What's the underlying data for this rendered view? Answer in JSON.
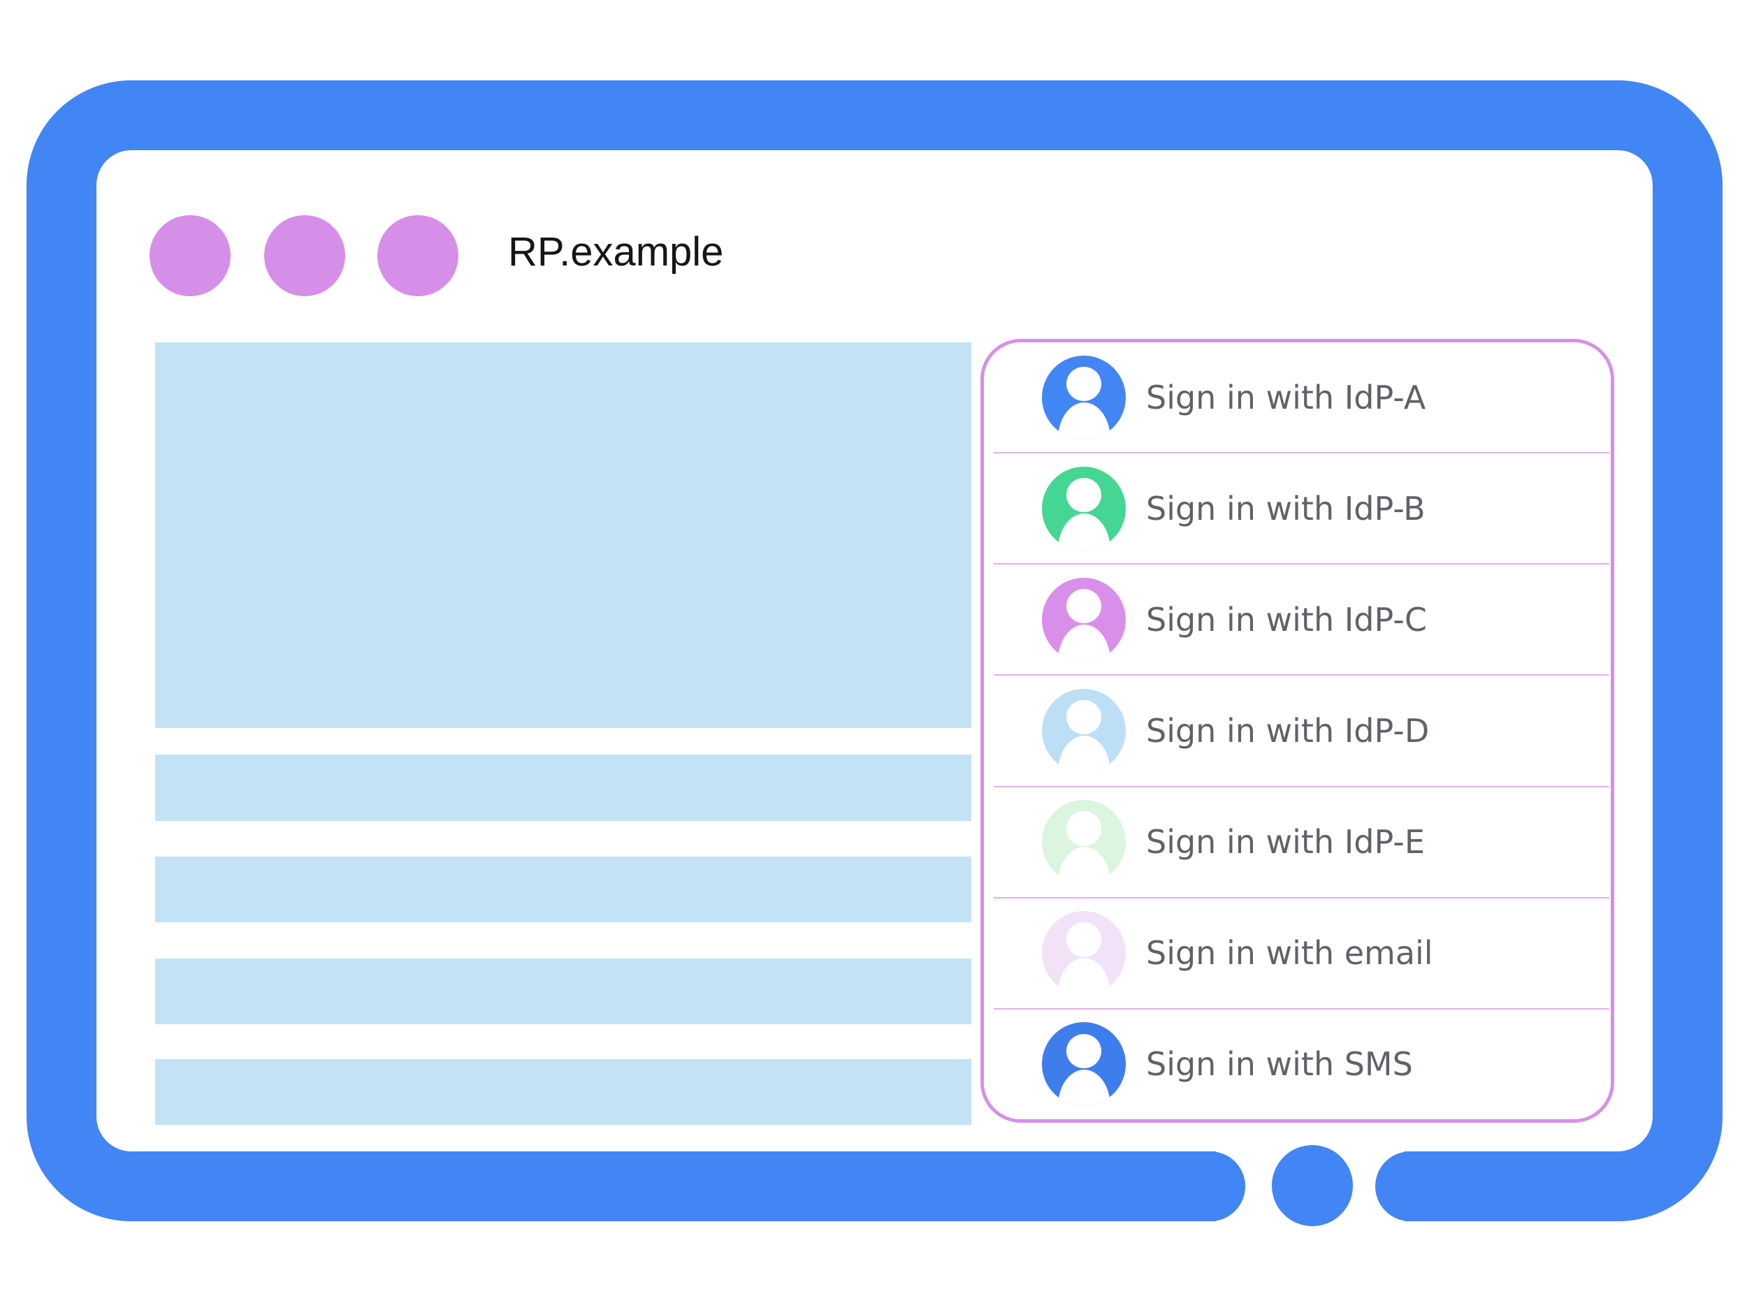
{
  "window": {
    "title": "RP.example"
  },
  "signin": {
    "items": [
      {
        "id": "idp-a",
        "label": "Sign in with IdP-A",
        "avatar_color": "#4285F4"
      },
      {
        "id": "idp-b",
        "label": "Sign in with IdP-B",
        "avatar_color": "#45D694"
      },
      {
        "id": "idp-c",
        "label": "Sign in with IdP-C",
        "avatar_color": "#D98FEA"
      },
      {
        "id": "idp-d",
        "label": "Sign in with IdP-D",
        "avatar_color": "#BCDFF6"
      },
      {
        "id": "idp-e",
        "label": "Sign in with IdP-E",
        "avatar_color": "#DBF5DE"
      },
      {
        "id": "email",
        "label": "Sign in with email",
        "avatar_color": "#F2E2F8"
      },
      {
        "id": "sms",
        "label": "Sign in with SMS",
        "avatar_color": "#3E7DEC"
      }
    ]
  },
  "colors": {
    "frame_blue": "#4285F4",
    "placeholder_blue": "#C3E2F6",
    "accent_orchid": "#D68FE8",
    "divider_orchid": "#E3ADEE",
    "label_gray": "#5F6368",
    "title_black": "#161616"
  }
}
